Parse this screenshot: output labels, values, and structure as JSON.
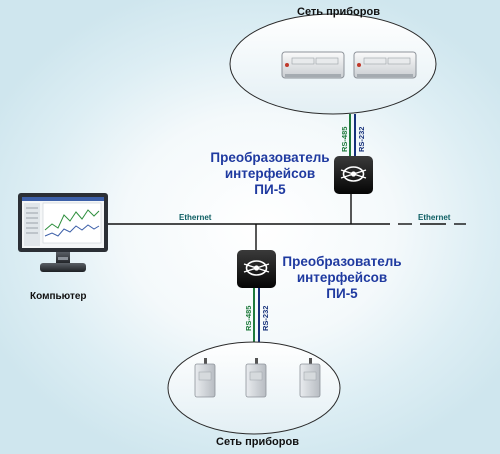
{
  "top_network": {
    "title": "Сеть приборов"
  },
  "bottom_network": {
    "title": "Сеть приборов"
  },
  "converter_top": {
    "line1": "Преобразователь",
    "line2": "интерфейсов",
    "line3": "ПИ-5"
  },
  "converter_bottom": {
    "line1": "Преобразователь",
    "line2": "интерфейсов",
    "line3": "ПИ-5"
  },
  "ethernet_labels": [
    "Ethernet",
    "Ethernet"
  ],
  "rs_labels": {
    "rs485": "RS-485",
    "rs232": "RS-232"
  },
  "computer": {
    "label": "Компьютер"
  },
  "colors": {
    "rs485_wire": "#1e7a3c",
    "rs232_wire": "#15307a",
    "converter_label": "#1f3aa0",
    "ethernet_text": "#0d5e63"
  },
  "icons": [
    "server-unit-icon",
    "converter-icon",
    "computer-icon",
    "sensor-device-icon"
  ]
}
